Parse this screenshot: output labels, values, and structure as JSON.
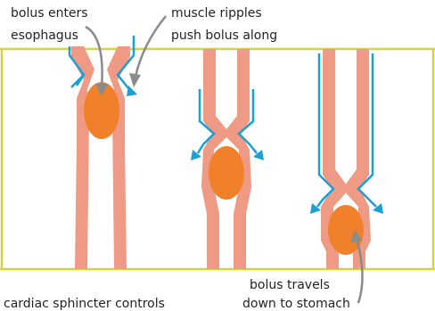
{
  "labels": {
    "bolus_enters_line1": "bolus enters",
    "bolus_enters_line2": "esophagus",
    "muscle_ripples_line1": "muscle ripples",
    "muscle_ripples_line2": "push bolus along",
    "bolus_travels_line1": "bolus travels",
    "bolus_travels_line2": "down to stomach",
    "cardiac_sphincter": "cardiac sphincter controls"
  },
  "colors": {
    "background": "#ffffff",
    "frame": "#cfd640",
    "muscle": "#ef9a85",
    "bolus": "#f0812a",
    "contraction_arrow": "#1a9fd6",
    "pointer": "#8a8a8a",
    "text": "#231f20"
  }
}
